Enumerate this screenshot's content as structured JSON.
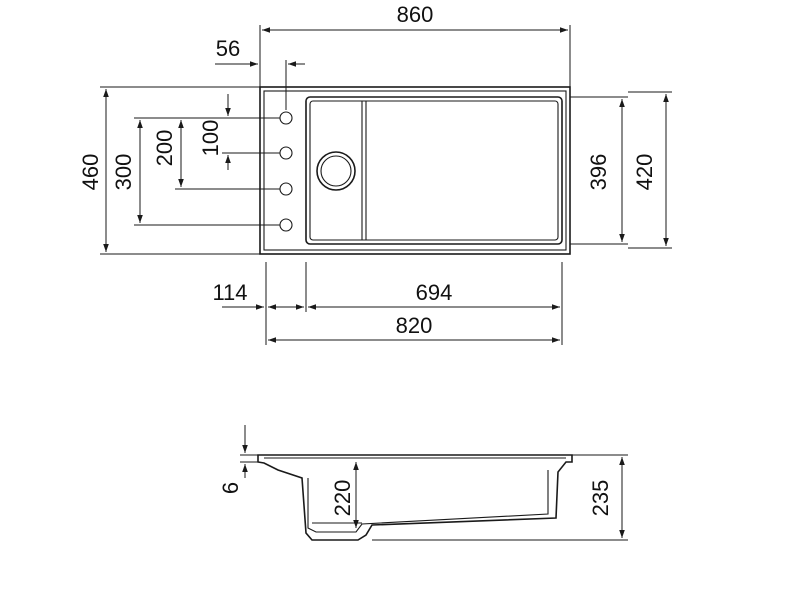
{
  "top_view": {
    "overall_width": "860",
    "tap_hole_offset": "56",
    "overall_depth": "460",
    "tap_spacing_300": "300",
    "tap_spacing_200": "200",
    "tap_spacing_100": "100",
    "bowl_depth_396": "396",
    "bowl_depth_420": "420",
    "drainer_width": "114",
    "bowl_width": "694",
    "cutout_width": "820"
  },
  "side_view": {
    "rim_thickness": "6",
    "bowl_height": "220",
    "overall_height": "235"
  }
}
